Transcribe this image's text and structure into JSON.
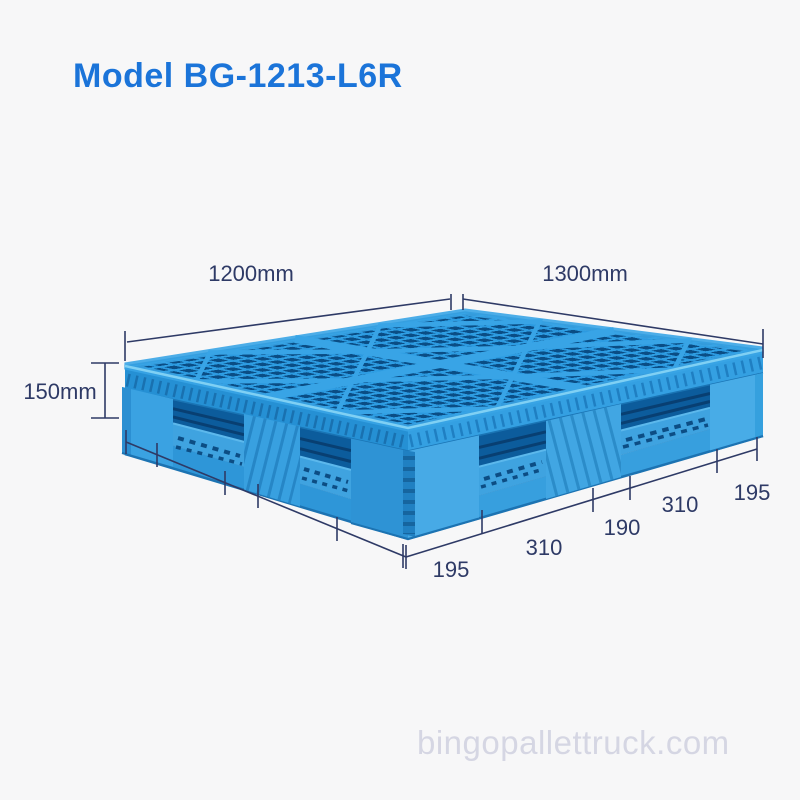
{
  "page": {
    "background_color": "#f7f7f8"
  },
  "title": {
    "text": "Model BG-1213-L6R",
    "color": "#1b74d9"
  },
  "product": {
    "description": "blue plastic stackable pallet shown in corner perspective view",
    "colors": {
      "deck_rib_blue": "#2f9fe4",
      "deck_hole_dark": "#0a4d85",
      "side_band_blue": "#2590d4",
      "leg_blue": "#3aa2e2",
      "recess_dark_blue": "#0c5c9c",
      "runner_blue": "#2e96d8"
    }
  },
  "annotations": {
    "color": "#2e3a66",
    "labels": {
      "top_left_edge": "1200mm",
      "top_right_edge": "1300mm",
      "height": "150mm"
    },
    "bottom_segments": [
      "195",
      "310",
      "190",
      "310",
      "195"
    ]
  },
  "watermark": {
    "text": "bingopallettruck.com",
    "color": "#d5d6e3"
  }
}
